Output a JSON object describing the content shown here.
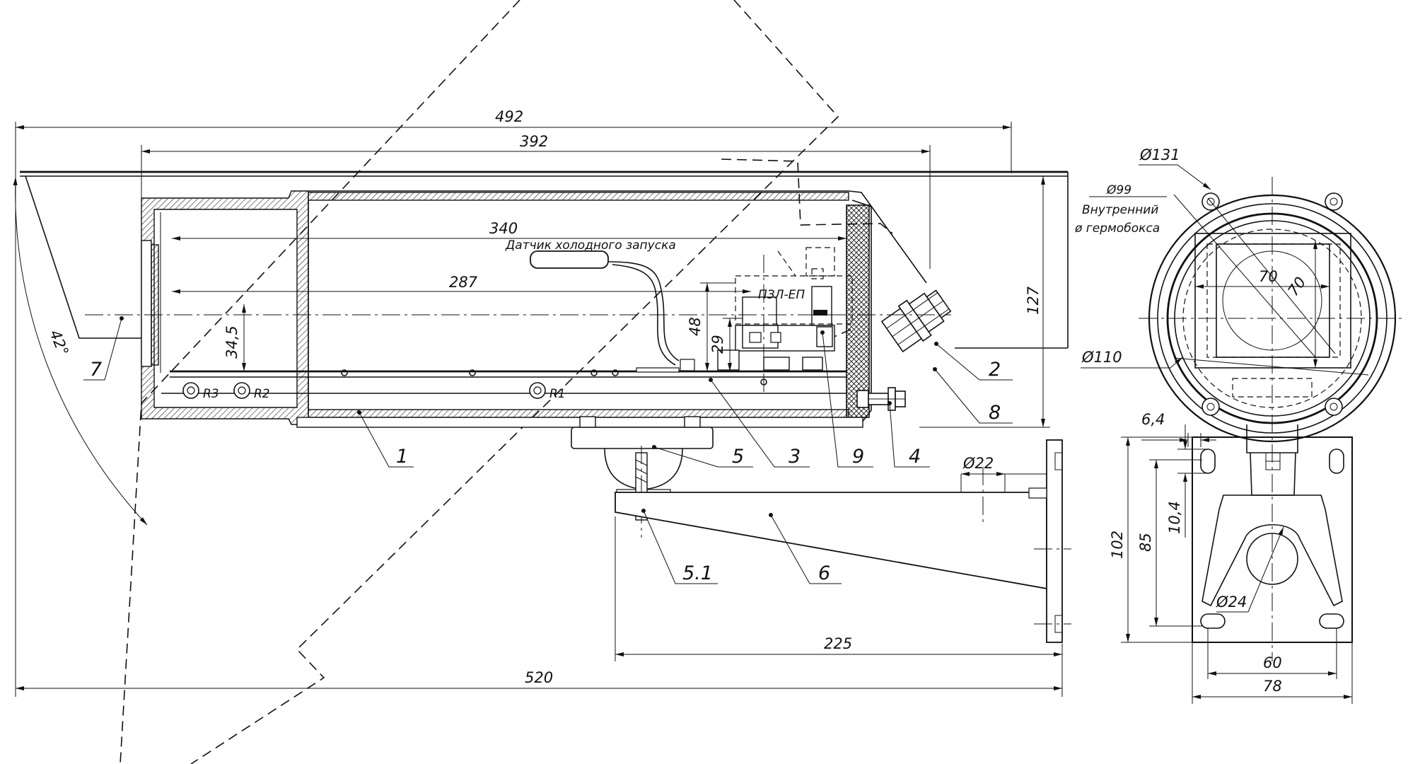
{
  "drawing": {
    "dimensions": {
      "d492": "492",
      "d392": "392",
      "d340": "340",
      "d287": "287",
      "d34_5": "34,5",
      "d48": "48",
      "d29": "29",
      "d127": "127",
      "d42deg": "42°",
      "d22": "Ø22",
      "d225": "225",
      "d520": "520",
      "d131": "Ø131",
      "d99": "Ø99",
      "d110": "Ø110",
      "d70h": "70",
      "d70v": "70",
      "d6_4": "6,4",
      "d10_4": "10,4",
      "d102": "102",
      "d85": "85",
      "d24": "Ø24",
      "d60": "60",
      "d78": "78"
    },
    "notes": {
      "cold_start": "Датчик холодного запуска",
      "pzl": "ПЗЛ-ЕП",
      "inner_1": "Внутренний",
      "inner_2": "ø гермобокса"
    },
    "callouts": {
      "c1": "1",
      "c2": "2",
      "c3": "3",
      "c4": "4",
      "c5": "5",
      "c5_1": "5.1",
      "c6": "6",
      "c7": "7",
      "c8": "8",
      "c9": "9"
    },
    "resistors": {
      "r1": "R1",
      "r2": "R2",
      "r3": "R3"
    }
  }
}
